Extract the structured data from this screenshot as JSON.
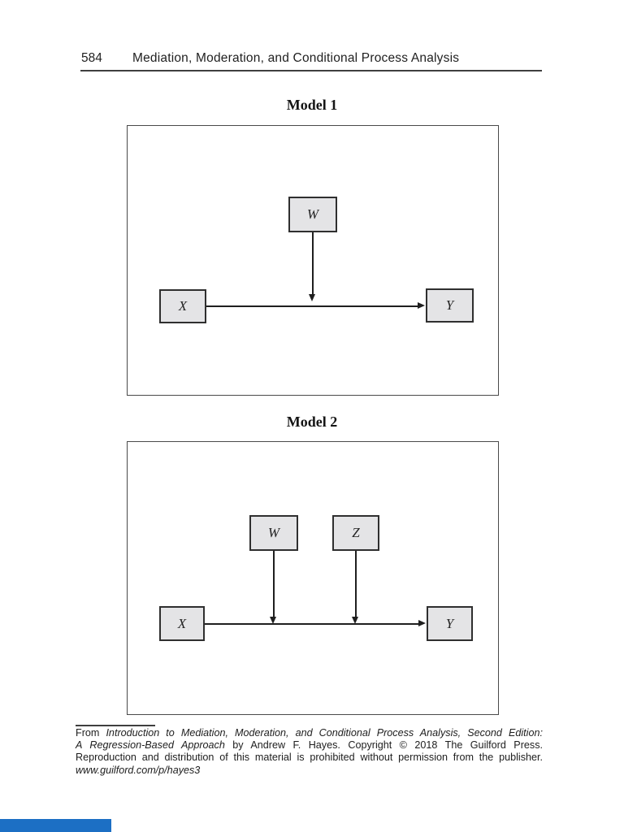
{
  "header": {
    "page_number": "584",
    "running_head": "Mediation, Moderation, and Conditional Process Analysis"
  },
  "models": [
    {
      "title": "Model 1",
      "nodes": [
        {
          "id": "W",
          "label": "W"
        },
        {
          "id": "X",
          "label": "X"
        },
        {
          "id": "Y",
          "label": "Y"
        }
      ],
      "arrows": [
        {
          "from": "X",
          "to": "Y"
        },
        {
          "from": "W",
          "to": "X-Y path"
        }
      ]
    },
    {
      "title": "Model 2",
      "nodes": [
        {
          "id": "W",
          "label": "W"
        },
        {
          "id": "Z",
          "label": "Z"
        },
        {
          "id": "X",
          "label": "X"
        },
        {
          "id": "Y",
          "label": "Y"
        }
      ],
      "arrows": [
        {
          "from": "X",
          "to": "Y"
        },
        {
          "from": "W",
          "to": "X-Y path"
        },
        {
          "from": "Z",
          "to": "X-Y path"
        }
      ]
    }
  ],
  "footer": {
    "lines": [
      {
        "segs": [
          {
            "t": "From "
          },
          {
            "t": "Introduction to Mediation, Moderation, and Conditional Process Analysis, Second Edition:"
          }
        ]
      },
      {
        "segs": [
          {
            "t": "A Regression-Based Approach"
          },
          {
            "t": " by Andrew F. Hayes. Copyright © 2018 The Guilford Press."
          }
        ]
      },
      {
        "segs": [
          {
            "t": "Reproduction and distribution of this material is prohibited without permission from the publisher."
          }
        ]
      },
      {
        "segs": [
          {
            "t": "www.guilford.com/p/hayes3"
          }
        ]
      }
    ]
  },
  "colors": {
    "page_bg": "#ffffff",
    "text": "#1f1f1f",
    "rule": "#3f3f3f",
    "frame_border": "#4a4a4a",
    "box_fill": "#e4e4e6",
    "box_border": "#2f2f2f",
    "arrow": "#1f1f1f",
    "bottom_bar_blue": "#1c6fc4"
  }
}
